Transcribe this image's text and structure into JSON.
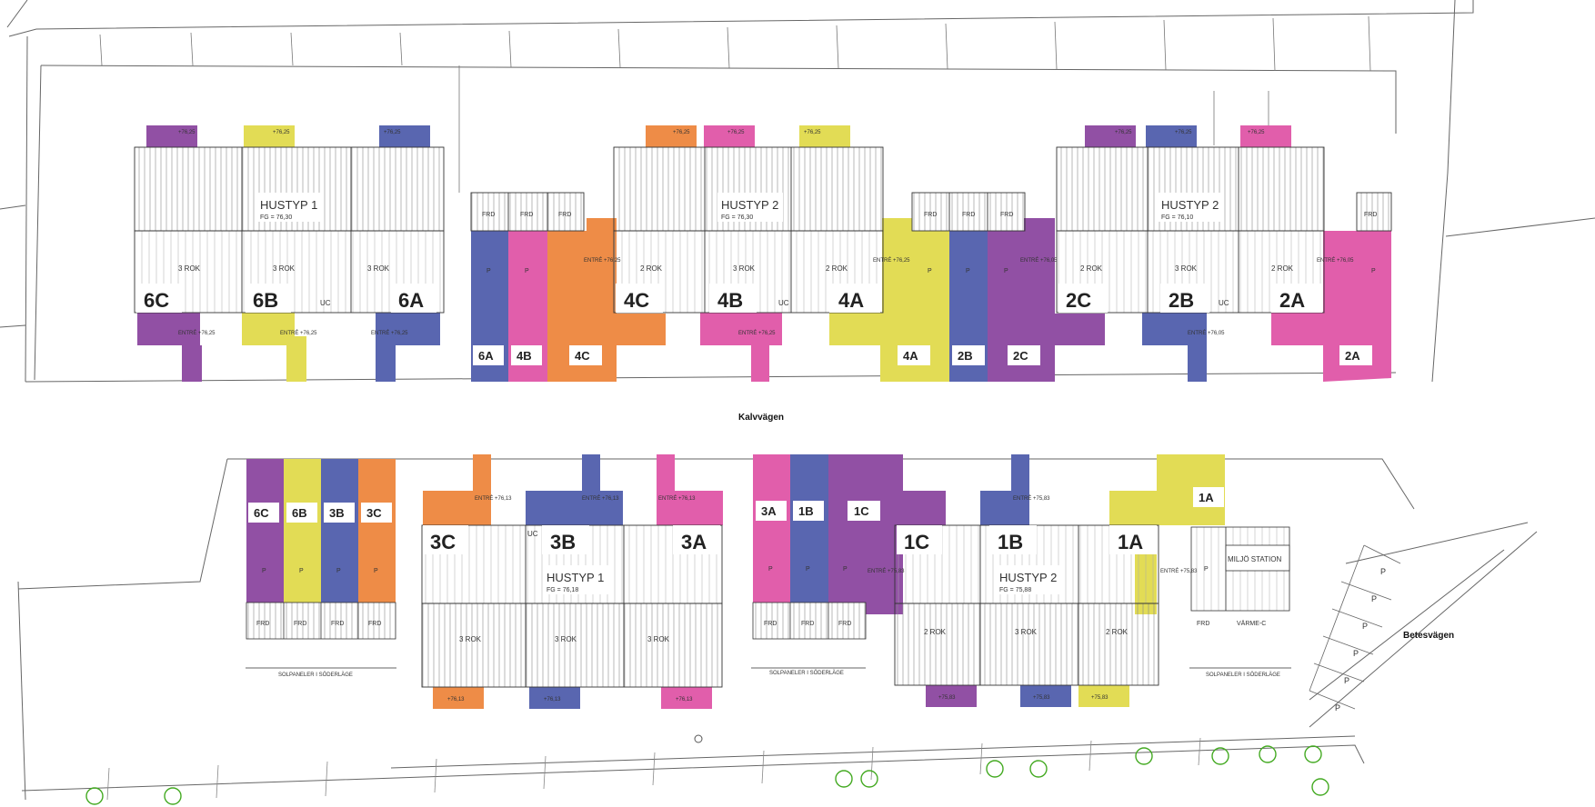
{
  "colors": {
    "purple": "#9150a4",
    "yellow": "#e2dc55",
    "blue": "#5966b0",
    "orange": "#ee8c47",
    "pink": "#e15eab",
    "line": "#555555",
    "tree": "#44aa22"
  },
  "streets": {
    "kalvvagen": "Kalvvägen",
    "betesvagen": "Betesvägen"
  },
  "north_row": {
    "group1": {
      "hustyp": "HUSTYP 1",
      "fg": "FG = 76,30",
      "rok": [
        "3 ROK",
        "3 ROK",
        "3 ROK"
      ],
      "units": [
        "6C",
        "6B",
        "6A"
      ],
      "entre": [
        "ENTRÉ +76,25",
        "ENTRÉ +76,25",
        "ENTRÉ +76,25"
      ],
      "uc": "UC"
    },
    "storage1": {
      "frd": [
        "FRD",
        "FRD",
        "FRD"
      ],
      "tags": [
        "6A",
        "4B",
        "4C"
      ],
      "p": [
        "P",
        "P"
      ],
      "entre": "ENTRÉ +76,25"
    },
    "group2": {
      "hustyp": "HUSTYP 2",
      "fg": "FG = 76,30",
      "rok": [
        "2 ROK",
        "3 ROK",
        "2 ROK"
      ],
      "units": [
        "4C",
        "4B",
        "4A"
      ],
      "entre": [
        "ENTRÉ +76,25",
        "ENTRÉ +76,25"
      ],
      "uc": "UC"
    },
    "storage2": {
      "frd": [
        "FRD",
        "FRD",
        "FRD"
      ],
      "tags": [
        "4A",
        "2B",
        "2C"
      ],
      "p": [
        "P",
        "P",
        "P"
      ],
      "entre": "ENTRÉ +76,05"
    },
    "group3": {
      "hustyp": "HUSTYP 2",
      "fg": "FG = 76,10",
      "rok": [
        "2 ROK",
        "3 ROK",
        "2 ROK"
      ],
      "units": [
        "2C",
        "2B",
        "2A"
      ],
      "entre": [
        "ENTRÉ +76,05",
        "ENTRÉ +76,05"
      ],
      "uc": "UC"
    },
    "storage3": {
      "frd": [
        "FRD"
      ],
      "tags": [
        "2A"
      ],
      "p": [
        "P"
      ]
    },
    "top_tabs": "+76,25"
  },
  "south_row": {
    "storage1": {
      "tags": [
        "6C",
        "6B",
        "3B",
        "3C"
      ],
      "frd": [
        "FRD",
        "FRD",
        "FRD",
        "FRD"
      ],
      "p": [
        "P",
        "P",
        "P",
        "P"
      ],
      "solar": "SOLPANELER I SÖDERLÄGE"
    },
    "group1": {
      "hustyp": "HUSTYP 1",
      "fg": "FG = 76,18",
      "rok": [
        "3 ROK",
        "3 ROK",
        "3 ROK"
      ],
      "units": [
        "3C",
        "3B",
        "3A"
      ],
      "entre": [
        "ENTRÉ +76,13",
        "ENTRÉ +76,13",
        "ENTRÉ +76,13"
      ],
      "tabs": [
        "+76,13",
        "+76,13",
        "+76,13"
      ],
      "uc": "UC"
    },
    "storage2": {
      "tags": [
        "3A",
        "1B",
        "1C"
      ],
      "frd": [
        "FRD",
        "FRD",
        "FRD"
      ],
      "p": [
        "P",
        "P",
        "P"
      ],
      "entre": "ENTRÉ +75,83",
      "solar": "SOLPANELER I SÖDERLÄGE"
    },
    "group2": {
      "hustyp": "HUSTYP 2",
      "fg": "FG = 75,88",
      "rok": [
        "2 ROK",
        "3 ROK",
        "2 ROK"
      ],
      "units": [
        "1C",
        "1B",
        "1A"
      ],
      "entre": [
        "ENTRÉ +75,83",
        "ENTRÉ +75,83"
      ],
      "tabs": [
        "+75,83",
        "+75,83",
        "+75,83"
      ]
    },
    "storage3": {
      "tag": "1A",
      "p": "P",
      "frd": "FRD",
      "miljo": "MILJÖ STATION",
      "varme": "VÄRME-C",
      "solar": "SOLPANELER I SÖDERLÄGE"
    },
    "parking": [
      "P",
      "P",
      "P",
      "P",
      "P",
      "P"
    ]
  }
}
